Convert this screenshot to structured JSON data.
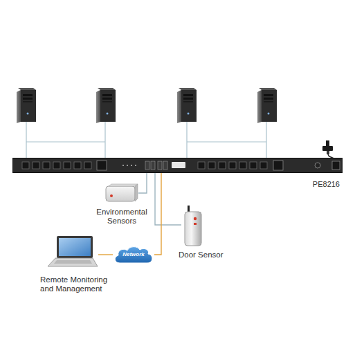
{
  "diagram": {
    "nodes": [
      {
        "text": [
          "PE8216"
        ]
      },
      {
        "text": [
          "Environmental Sensors"
        ]
      },
      {
        "text": [
          "Door Sensor"
        ]
      },
      {
        "text": [
          "Network"
        ]
      },
      {
        "text": [
          "Remote Monitoring and Management"
        ]
      }
    ],
    "edges": [
      {
        "from": 0,
        "to": 1,
        "arrow": "none"
      },
      {
        "from": 0,
        "to": 2,
        "arrow": "none"
      },
      {
        "from": 0,
        "to": 3,
        "arrow": "none"
      },
      {
        "from": 3,
        "to": 4,
        "arrow": "none"
      }
    ]
  }
}
